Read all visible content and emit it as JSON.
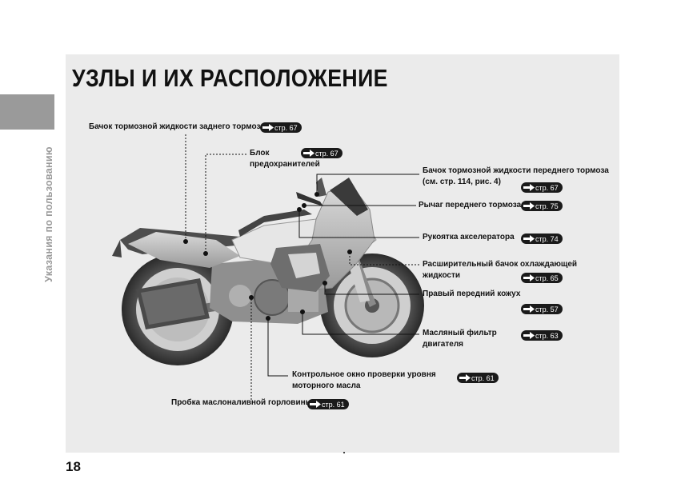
{
  "page": {
    "title": "УЗЛЫ И ИХ РАСПОЛОЖЕНИЕ",
    "side_label": "Указания по пользованию",
    "page_number": "18"
  },
  "labels": {
    "rear_brake": "Бачок тормозной жидкости заднего тормоза",
    "fuse_box_1": "Блок",
    "fuse_box_2": "предохранителей",
    "front_brake_res_1": "Бачок тормозной жидкости переднего тормоза",
    "front_brake_res_2": "(см. стр. 114, рис. 4)",
    "front_brake_lever": "Рычаг переднего тормоза",
    "throttle": "Рукоятка акселератора",
    "coolant_1": "Расширительный бачок охлаждающей",
    "coolant_2": "жидкости",
    "right_cover": "Правый передний кожух",
    "oil_filter_1": "Масляный фильтр",
    "oil_filter_2": "двигателя",
    "oil_window_1": "Контрольное окно проверки уровня",
    "oil_window_2": "моторного масла",
    "oil_cap": "Пробка маслоналивной горловины"
  },
  "refs": {
    "rear_brake": "стр. 67",
    "fuse_box": "стр. 67",
    "front_brake_res": "стр. 67",
    "front_brake_lever": "стр. 75",
    "throttle": "стр. 74",
    "coolant": "стр. 65",
    "right_cover": "стр. 57",
    "oil_filter": "стр. 63",
    "oil_window": "стр. 61",
    "oil_cap": "стр. 61"
  },
  "icons": {
    "ref_arrow": "right-arrow-icon"
  }
}
